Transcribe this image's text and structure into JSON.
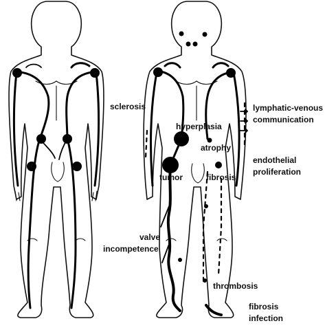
{
  "labels": {
    "sclerosis": "sclerosis",
    "hyperplasia": "hyperplasia",
    "atrophy": "atrophy",
    "tumor": "tumor",
    "fibrosis_mid": "fibrosis",
    "lv_1": "lymphatic-venous",
    "lv_2": "communication",
    "ep_1": "endothelial",
    "ep_2": "proliferation",
    "valve_1": "valve",
    "valve_2": "incompetence",
    "thrombosis": "thrombosis",
    "fibrosis_foot": "fibrosis",
    "infection": "infection"
  }
}
